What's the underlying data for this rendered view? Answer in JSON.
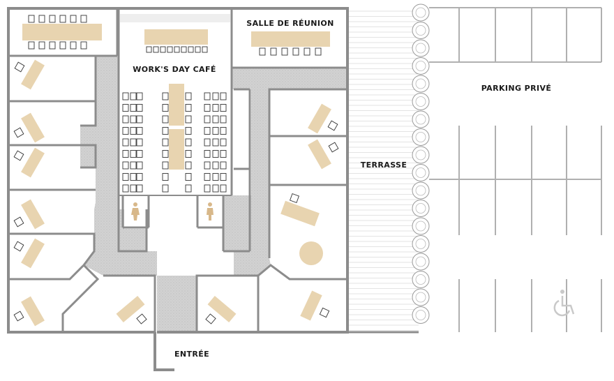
{
  "labels": {
    "cafe": "WORK'S DAY CAFÉ",
    "meeting": "SALLE DE RÉUNION",
    "terrace": "TERRASSE",
    "parking": "PARKING PRIVÉ",
    "entrance": "ENTRÉE"
  },
  "icons": {
    "restroom": "person-icon",
    "accessible": "wheelchair-icon",
    "tree": "tree-icon"
  },
  "colors": {
    "wall": "#8c8c8c",
    "furniture": "#e8d4b0",
    "corridor": "#d4d4d4",
    "line": "#9a9a9a",
    "text": "#1a1a1a"
  }
}
